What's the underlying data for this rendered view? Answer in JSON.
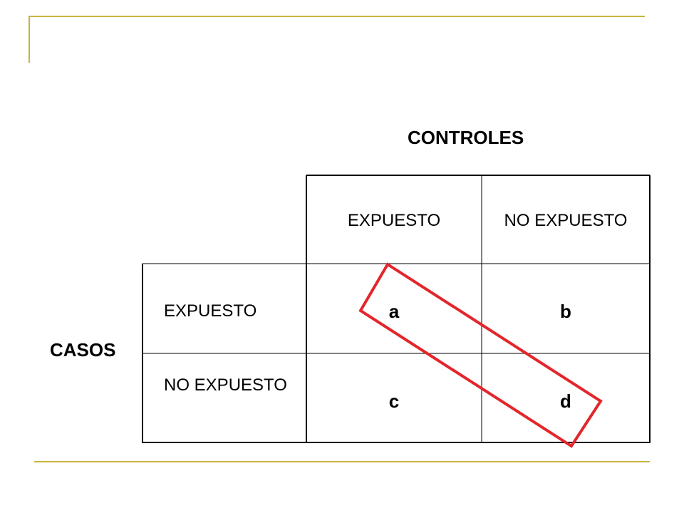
{
  "colors": {
    "accent_lines": "#c9b33f",
    "highlight": "#e3262b",
    "table_border": "#000000"
  },
  "header": {
    "columns_title": "CONTROLES",
    "rows_title": "CASOS"
  },
  "table": {
    "column_headers": [
      "EXPUESTO",
      "NO EXPUESTO"
    ],
    "row_headers": [
      "EXPUESTO",
      "NO EXPUESTO"
    ],
    "cells": [
      [
        "a",
        "b"
      ],
      [
        "c",
        "d"
      ]
    ]
  }
}
